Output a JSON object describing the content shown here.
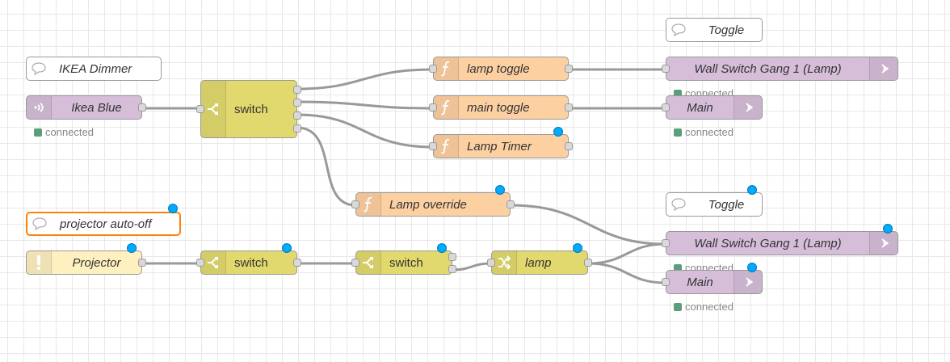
{
  "colors": {
    "wire": "#999999",
    "function_node": "#fdd0a2",
    "switch_node": "#e2d96e",
    "mqtt_node": "#d6bed9",
    "trigger_node": "#fff0c0",
    "selected_border": "#ff7f0e",
    "changed_dot": "#00aaff",
    "status_connected": "#5a9e7c"
  },
  "comments": {
    "ikea_dimmer": "IKEA Dimmer",
    "toggle_top": "Toggle",
    "toggle_bottom": "Toggle",
    "projector_auto_off": "projector auto-off"
  },
  "nodes": {
    "ikea_blue": "Ikea Blue",
    "switch_main": "switch",
    "lamp_toggle": "lamp toggle",
    "main_toggle": "main toggle",
    "lamp_timer": "Lamp Timer",
    "lamp_override": "Lamp override",
    "wall_switch_top": "Wall Switch Gang 1 (Lamp)",
    "main_top": "Main",
    "projector": "Projector",
    "switch_proj_1": "switch",
    "switch_proj_2": "switch",
    "lamp_change": "lamp",
    "wall_switch_bottom": "Wall Switch Gang 1 (Lamp)",
    "main_bottom": "Main"
  },
  "status": {
    "ikea_blue": "connected",
    "wall_switch_top": "connected",
    "main_top": "connected",
    "wall_switch_bottom": "connected",
    "main_bottom": "connected"
  }
}
